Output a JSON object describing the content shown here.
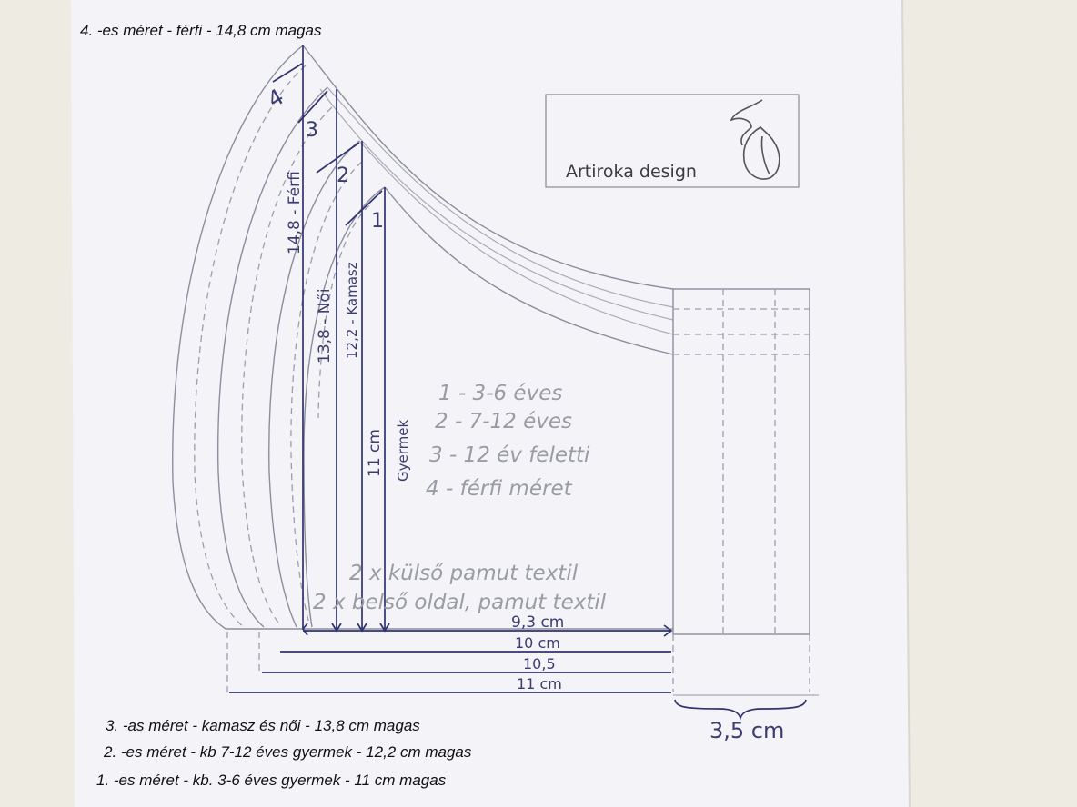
{
  "header": {
    "size4": "4. -es méret - férfi - 14,8 cm magas"
  },
  "brand": {
    "name": "Artiroka design",
    "logo_icon": "flame-leaf-logo-icon"
  },
  "pattern": {
    "size_numbers": [
      "4",
      "3",
      "2",
      "1"
    ],
    "height_labels": [
      "14,8 - Férfi",
      "13,8 - Női",
      "12,2 - Kamasz",
      "11 cm",
      "Gyermek"
    ],
    "width_labels": [
      "9,3 cm",
      "10 cm",
      "10,5",
      "11 cm"
    ],
    "strap_width": "3,5 cm"
  },
  "legend": {
    "lines": [
      "1 - 3-6 éves",
      "2 - 7-12 éves",
      "3 - 12 év feletti",
      "4 - férfi méret"
    ]
  },
  "fabric": {
    "lines": [
      "2 x külső pamut textil",
      "2 x belső oldal, pamut textil"
    ]
  },
  "footer": {
    "lines": [
      "3. -as méret - kamasz és női - 13,8 cm magas",
      "2. -es méret - kb 7-12 éves gyermek - 12,2 cm magas",
      "1. -es méret - kb.  3-6 éves gyermek - 11 cm magas"
    ]
  },
  "colors": {
    "paper": "#f3f3f8",
    "wall": "#eeebe2",
    "ink": "#2f3370",
    "pencil": "#8c8e9c"
  }
}
